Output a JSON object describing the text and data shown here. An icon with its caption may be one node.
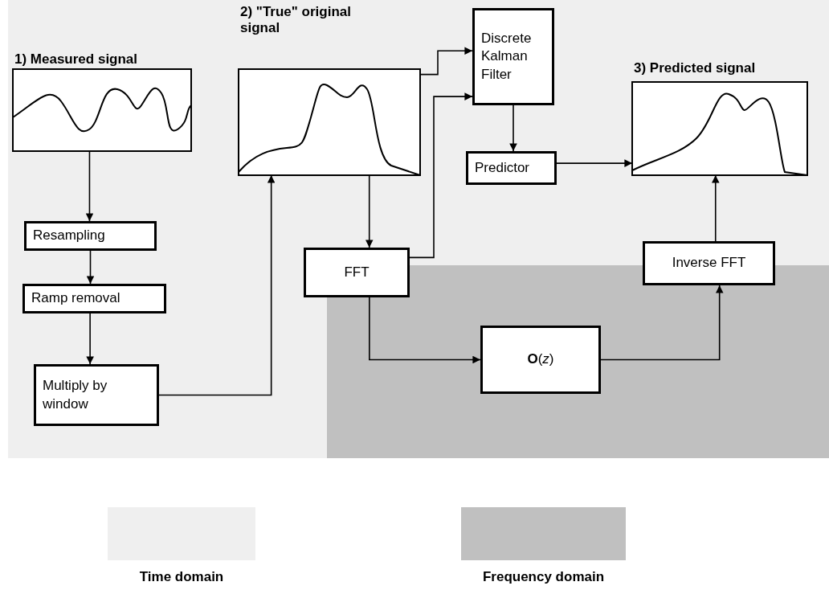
{
  "diagram": {
    "nodes": [
      {
        "text": [
          "1) Measured signal"
        ]
      },
      {
        "text": [
          "2) \"True\" original signal"
        ]
      },
      {
        "text": [
          "Discrete Kalman Filter"
        ]
      },
      {
        "text": [
          "3) Predicted signal"
        ]
      },
      {
        "text": [
          "Resampling"
        ]
      },
      {
        "text": [
          "Ramp removal"
        ]
      },
      {
        "text": [
          "Multiply by window"
        ]
      },
      {
        "text": [
          "Predictor"
        ]
      },
      {
        "text": [
          "FFT"
        ]
      },
      {
        "text": [
          "Inverse FFT"
        ]
      },
      {
        "text": [
          "**O**(*z*)"
        ]
      }
    ],
    "edges": [
      {
        "from": 0,
        "to": 4,
        "arrow": "to"
      },
      {
        "from": 4,
        "to": 5,
        "arrow": "to"
      },
      {
        "from": 5,
        "to": 6,
        "arrow": "to"
      },
      {
        "from": 6,
        "to": 1,
        "arrow": "to"
      },
      {
        "from": 1,
        "to": 2,
        "arrow": "to"
      },
      {
        "from": 1,
        "to": 8,
        "arrow": "to"
      },
      {
        "from": 8,
        "to": 2,
        "arrow": "to"
      },
      {
        "from": 2,
        "to": 7,
        "arrow": "to"
      },
      {
        "from": 7,
        "to": 3,
        "arrow": "to"
      },
      {
        "from": 8,
        "to": 10,
        "arrow": "to"
      },
      {
        "from": 10,
        "to": 9,
        "arrow": "to"
      },
      {
        "from": 9,
        "to": 3,
        "arrow": "to"
      }
    ],
    "legend": [
      {
        "text": "Time domain",
        "color": "#efefef"
      },
      {
        "text": "Frequency domain",
        "color": "#c0c0c0"
      }
    ]
  }
}
